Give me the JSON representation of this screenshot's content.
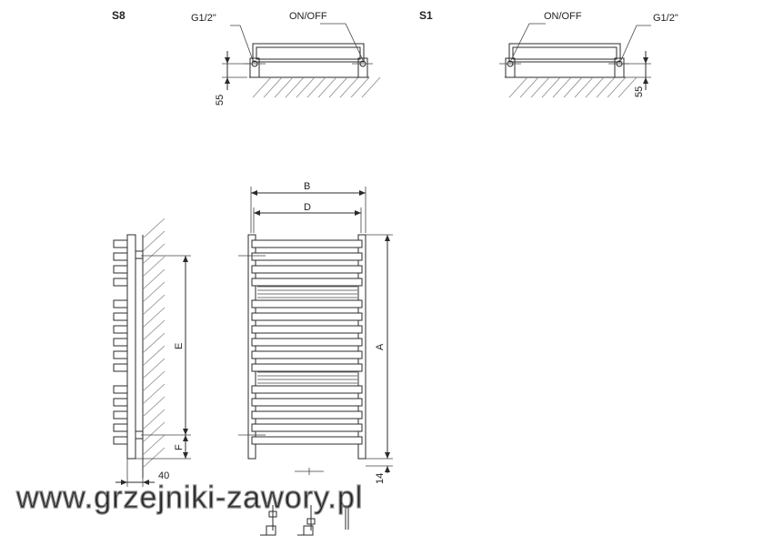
{
  "variants": {
    "s8": {
      "code": "S8",
      "thread": "G1/2\"",
      "valve": "ON/OFF",
      "depth": "55"
    },
    "s1": {
      "code": "S1",
      "thread": "G1/2\"",
      "valve": "ON/OFF",
      "depth": "55"
    }
  },
  "dimensions": {
    "width_total": "B",
    "width_axis": "D",
    "height_total": "A",
    "axis_spacing": "E",
    "bottom_offset": "F",
    "wall_offset": "40",
    "bottom_gap": "14"
  },
  "watermark": "www.grzejniki-zawory.pl",
  "colors": {
    "line": "#2b2b2b",
    "hatch": "#888888",
    "watermark_outline": "#8a8a8a"
  }
}
